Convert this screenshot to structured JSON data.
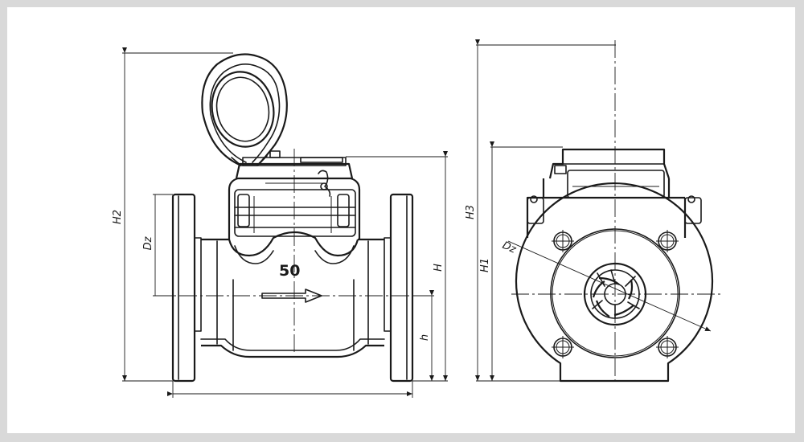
{
  "labels": {
    "h2": "H2",
    "dz_left": "Dz",
    "h_big": "H",
    "h_small": "h",
    "h3": "H3",
    "h1": "H1",
    "dz_right": "Dz",
    "nominal_size": "50"
  }
}
